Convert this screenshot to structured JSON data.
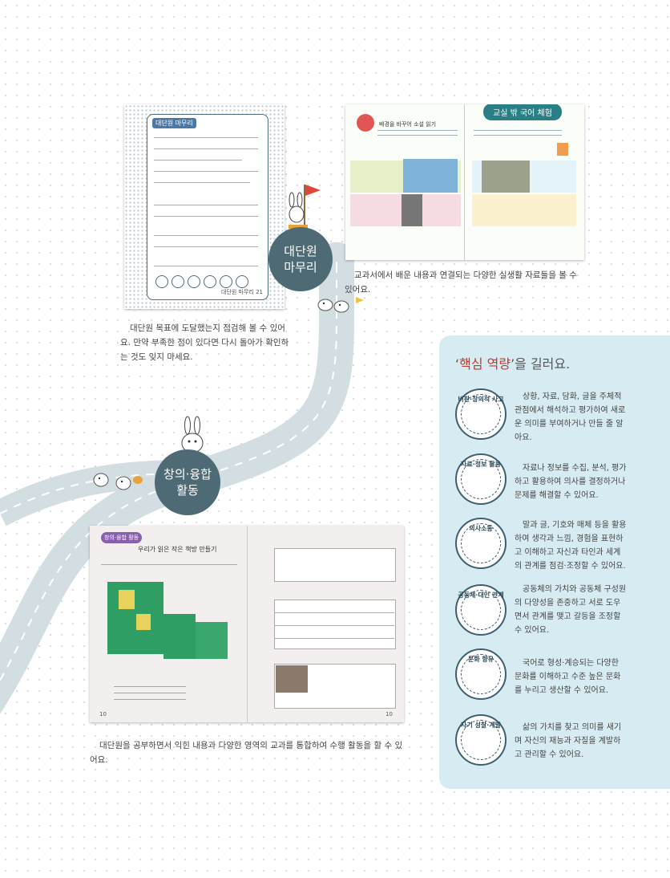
{
  "stops": {
    "major_review": {
      "line1": "대단원",
      "line2": "마무리"
    },
    "creative": {
      "line1": "창의·융합",
      "line2": "활동"
    }
  },
  "captions": {
    "major_review": "대단원 목표에 도달했는지 점검해 볼 수 있어요. 만약 부족한 점이 있다면 다시 돌아가 확인하는 것도 잊지 마세요.",
    "outside_class": "교과서에서 배운 내용과 연결되는 다양한 실생활 자료들을 볼 수 있어요.",
    "creative": "대단원을 공부하면서 익힌 내용과 다양한 영역의 교과를 통합하여 수행 활동을 할 수 있어요."
  },
  "thumbnails": {
    "major_review": {
      "heading": "대단원 마무리",
      "page": "대단원 마무리 21"
    },
    "outside_class": {
      "tab": "교실 밖 국어 체험",
      "headline": "배경을 바꾸어 소설 읽기"
    },
    "creative": {
      "heading": "창의·융합 활동",
      "headline": "우리가 읽은 작은 책방 만들기",
      "page_left": "10",
      "page_right": "10"
    }
  },
  "competency": {
    "title_prefix": "‘",
    "title_highlight": "핵심 역량",
    "title_suffix": "’을 길러요.",
    "items": [
      {
        "name": "비판·창의적 사고",
        "text": "상황, 자료, 담화, 글을 주체적 관점에서 해석하고 평가하여 새로운 의미를 부여하거나 만들 줄 알아요."
      },
      {
        "name": "자료·정보 활용",
        "text": "자료나 정보를 수집, 분석, 평가하고 활용하여 의사를 결정하거나 문제를 해결할 수 있어요."
      },
      {
        "name": "의사소통",
        "text": "말과 글, 기호와 매체 등을 활용하여 생각과 느낌, 경험을 표현하고 이해하고 자신과 타인과 세계의 관계를 점검·조정할 수 있어요."
      },
      {
        "name": "공동체·대인 관계",
        "text": "공동체의 가치와 공동체 구성원의 다양성을 존중하고 서로 도우면서 관계를 맺고 갈등을 조정할 수 있어요."
      },
      {
        "name": "문화 향유",
        "text": "국어로 형성·계승되는 다양한 문화를 이해하고 수준 높은 문화를 누리고 생산할 수 있어요."
      },
      {
        "name": "자기 성찰·계발",
        "text": "삶의 가치를 찾고 의미를 새기며 자신의 재능과 자질을 계발하고 관리할 수 있어요."
      }
    ]
  },
  "colors": {
    "accent": "#4e6a75",
    "road": "#d3dee3",
    "highlight": "#c0392b",
    "panel": "#d7ebf2"
  }
}
